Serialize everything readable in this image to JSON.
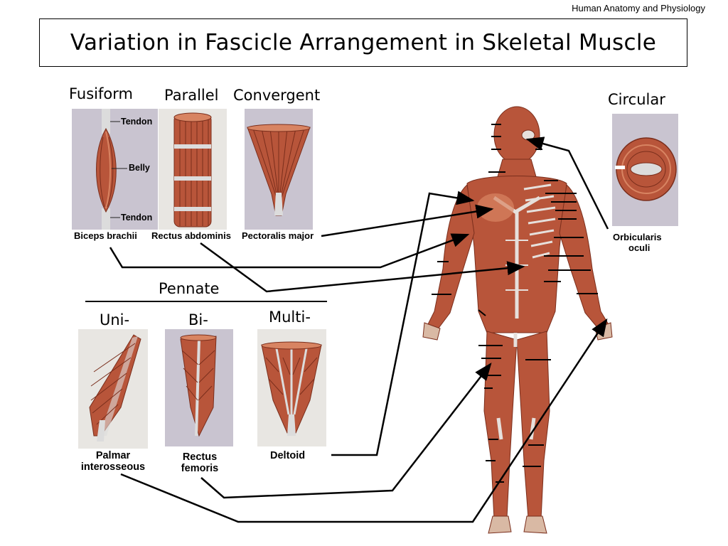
{
  "header_note": "Human Anatomy and Physiology",
  "title": "Variation in Fascicle Arrangement in Skeletal Muscle",
  "types": {
    "fusiform": "Fusiform",
    "parallel": "Parallel",
    "convergent": "Convergent",
    "circular": "Circular",
    "pennate": "Pennate",
    "uni": "Uni-",
    "bi": "Bi-",
    "multi": "Multi-"
  },
  "fusiform_parts": {
    "tendon_top": "Tendon",
    "belly": "Belly",
    "tendon_bottom": "Tendon"
  },
  "muscles": {
    "biceps": "Biceps brachii",
    "rectus_abdominis": "Rectus abdominis",
    "pectoralis": "Pectoralis major",
    "orbicularis_line1": "Orbicularis",
    "orbicularis_line2": "oculi",
    "palmar_line1": "Palmar",
    "palmar_line2": "interosseous",
    "rectus_femoris_line1": "Rectus",
    "rectus_femoris_line2": "femoris",
    "deltoid": "Deltoid"
  },
  "colors": {
    "muscle": "#b8553a",
    "muscle_dark": "#7a2e1c",
    "muscle_light": "#d88462",
    "tendon": "#dcdcdc",
    "panel_bg": "#c9c4d0",
    "panel_bg_light": "#e8e6e2"
  }
}
